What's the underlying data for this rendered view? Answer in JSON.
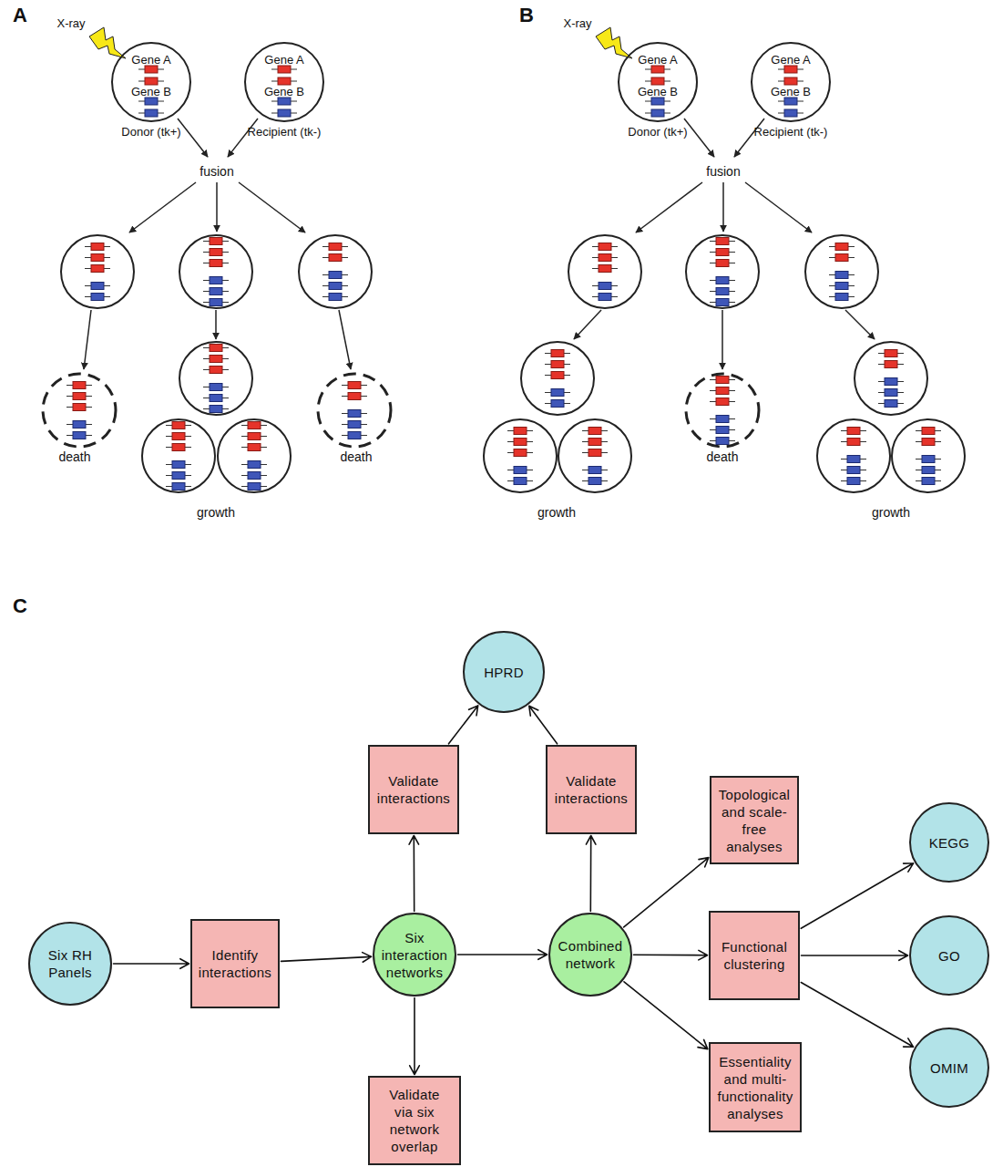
{
  "diagram": {
    "nodes": [
      {
        "text": [
          "Gene A",
          "Gene B",
          "Donor (tk+)"
        ]
      },
      {
        "text": [
          "Gene A",
          "Gene B",
          "Recipient (tk-)"
        ]
      },
      {
        "text": [
          "Gene A",
          "Gene B",
          "Donor (tk+)"
        ]
      },
      {
        "text": [
          "Gene A",
          "Gene B",
          "Recipient (tk-)"
        ]
      },
      {
        "text": [
          "HPRD"
        ]
      },
      {
        "text": [
          "Validate interactions"
        ]
      },
      {
        "text": [
          "Validate interactions"
        ]
      },
      {
        "text": [
          "Topological and scale-free analyses"
        ]
      },
      {
        "text": [
          "KEGG"
        ]
      },
      {
        "text": [
          "Six RH Panels"
        ]
      },
      {
        "text": [
          "Identify interactions"
        ]
      },
      {
        "text": [
          "Six interaction networks"
        ]
      },
      {
        "text": [
          "Combined network"
        ]
      },
      {
        "text": [
          "Functional clustering"
        ]
      },
      {
        "text": [
          "GO"
        ]
      },
      {
        "text": [
          "Essentiality and multi-functionality analyses"
        ]
      },
      {
        "text": [
          "OMIM"
        ]
      },
      {
        "text": [
          "Validate via six network overlap"
        ]
      }
    ],
    "edges": [
      {
        "from": 9,
        "to": 10,
        "arrow": "to"
      },
      {
        "from": 10,
        "to": 11,
        "arrow": "to"
      },
      {
        "from": 11,
        "to": 5,
        "arrow": "to"
      },
      {
        "from": 5,
        "to": 4,
        "arrow": "to"
      },
      {
        "from": 11,
        "to": 17,
        "arrow": "to"
      },
      {
        "from": 11,
        "to": 12,
        "arrow": "to"
      },
      {
        "from": 12,
        "to": 6,
        "arrow": "to"
      },
      {
        "from": 6,
        "to": 4,
        "arrow": "to"
      },
      {
        "from": 12,
        "to": 7,
        "arrow": "to"
      },
      {
        "from": 12,
        "to": 13,
        "arrow": "to"
      },
      {
        "from": 12,
        "to": 15,
        "arrow": "to"
      },
      {
        "from": 13,
        "to": 8,
        "arrow": "to"
      },
      {
        "from": 13,
        "to": 14,
        "arrow": "to"
      },
      {
        "from": 13,
        "to": 16,
        "arrow": "to"
      }
    ],
    "labels": [
      "A",
      "B",
      "X-ray",
      "X-ray",
      "fusion",
      "fusion",
      "death",
      "death",
      "death",
      "growth",
      "growth",
      "growth",
      "C"
    ]
  }
}
